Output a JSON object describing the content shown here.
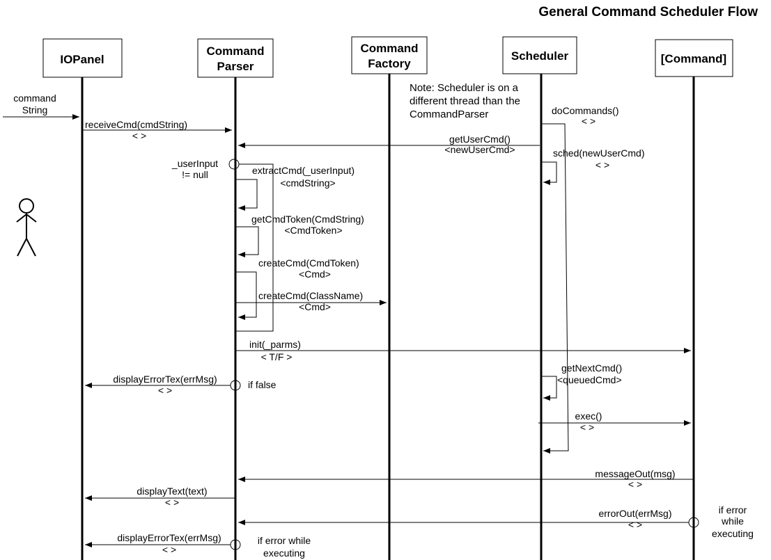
{
  "title": "General Command Scheduler Flow",
  "participants": {
    "iopanel": {
      "lines": [
        "IOPanel"
      ]
    },
    "parser": {
      "lines": [
        "Command",
        "Parser"
      ]
    },
    "factory": {
      "lines": [
        "Command",
        "Factory"
      ]
    },
    "scheduler": {
      "lines": [
        "Scheduler"
      ]
    },
    "command": {
      "lines": [
        "[Command]"
      ]
    }
  },
  "note": [
    "Note: Scheduler is on a",
    "different thread than the",
    "CommandParser"
  ],
  "input_label": [
    "command",
    "String"
  ],
  "messages": {
    "receive_cmd": [
      "receiveCmd(cmdString)",
      "< >"
    ],
    "do_commands": [
      "doCommands()",
      "< >"
    ],
    "get_user_cmd": [
      "getUserCmd()",
      "<newUserCmd>"
    ],
    "sched": [
      "sched(newUserCmd)",
      "< >"
    ],
    "extract_cmd": [
      "extractCmd(_userInput)",
      "<cmdString>"
    ],
    "get_cmd_token": [
      "getCmdToken(CmdString)",
      "<CmdToken>"
    ],
    "create_cmd_token": [
      "createCmd(CmdToken)",
      "<Cmd>"
    ],
    "create_cmd_class": [
      "createCmd(ClassName)",
      "<Cmd>"
    ],
    "init": [
      "init(_parms)",
      "< T/F >"
    ],
    "get_next_cmd": [
      "getNextCmd()",
      "<queuedCmd>"
    ],
    "exec": [
      "exec()",
      "< >"
    ],
    "display_error_1": [
      "displayErrorTex(errMsg)",
      "< >"
    ],
    "message_out": [
      "messageOut(msg)",
      "< >"
    ],
    "display_text": [
      "displayText(text)",
      "< >"
    ],
    "error_out": [
      "errorOut(errMsg)",
      "< >"
    ],
    "display_error_2": [
      "displayErrorTex(errMsg)",
      "< >"
    ]
  },
  "conditions": {
    "user_input": [
      "_userInput",
      "!= null"
    ],
    "if_false": [
      "if false"
    ],
    "if_error_cmd": [
      "if error",
      "while",
      "executing"
    ],
    "if_error_parser": [
      "if error while",
      "executing"
    ]
  }
}
